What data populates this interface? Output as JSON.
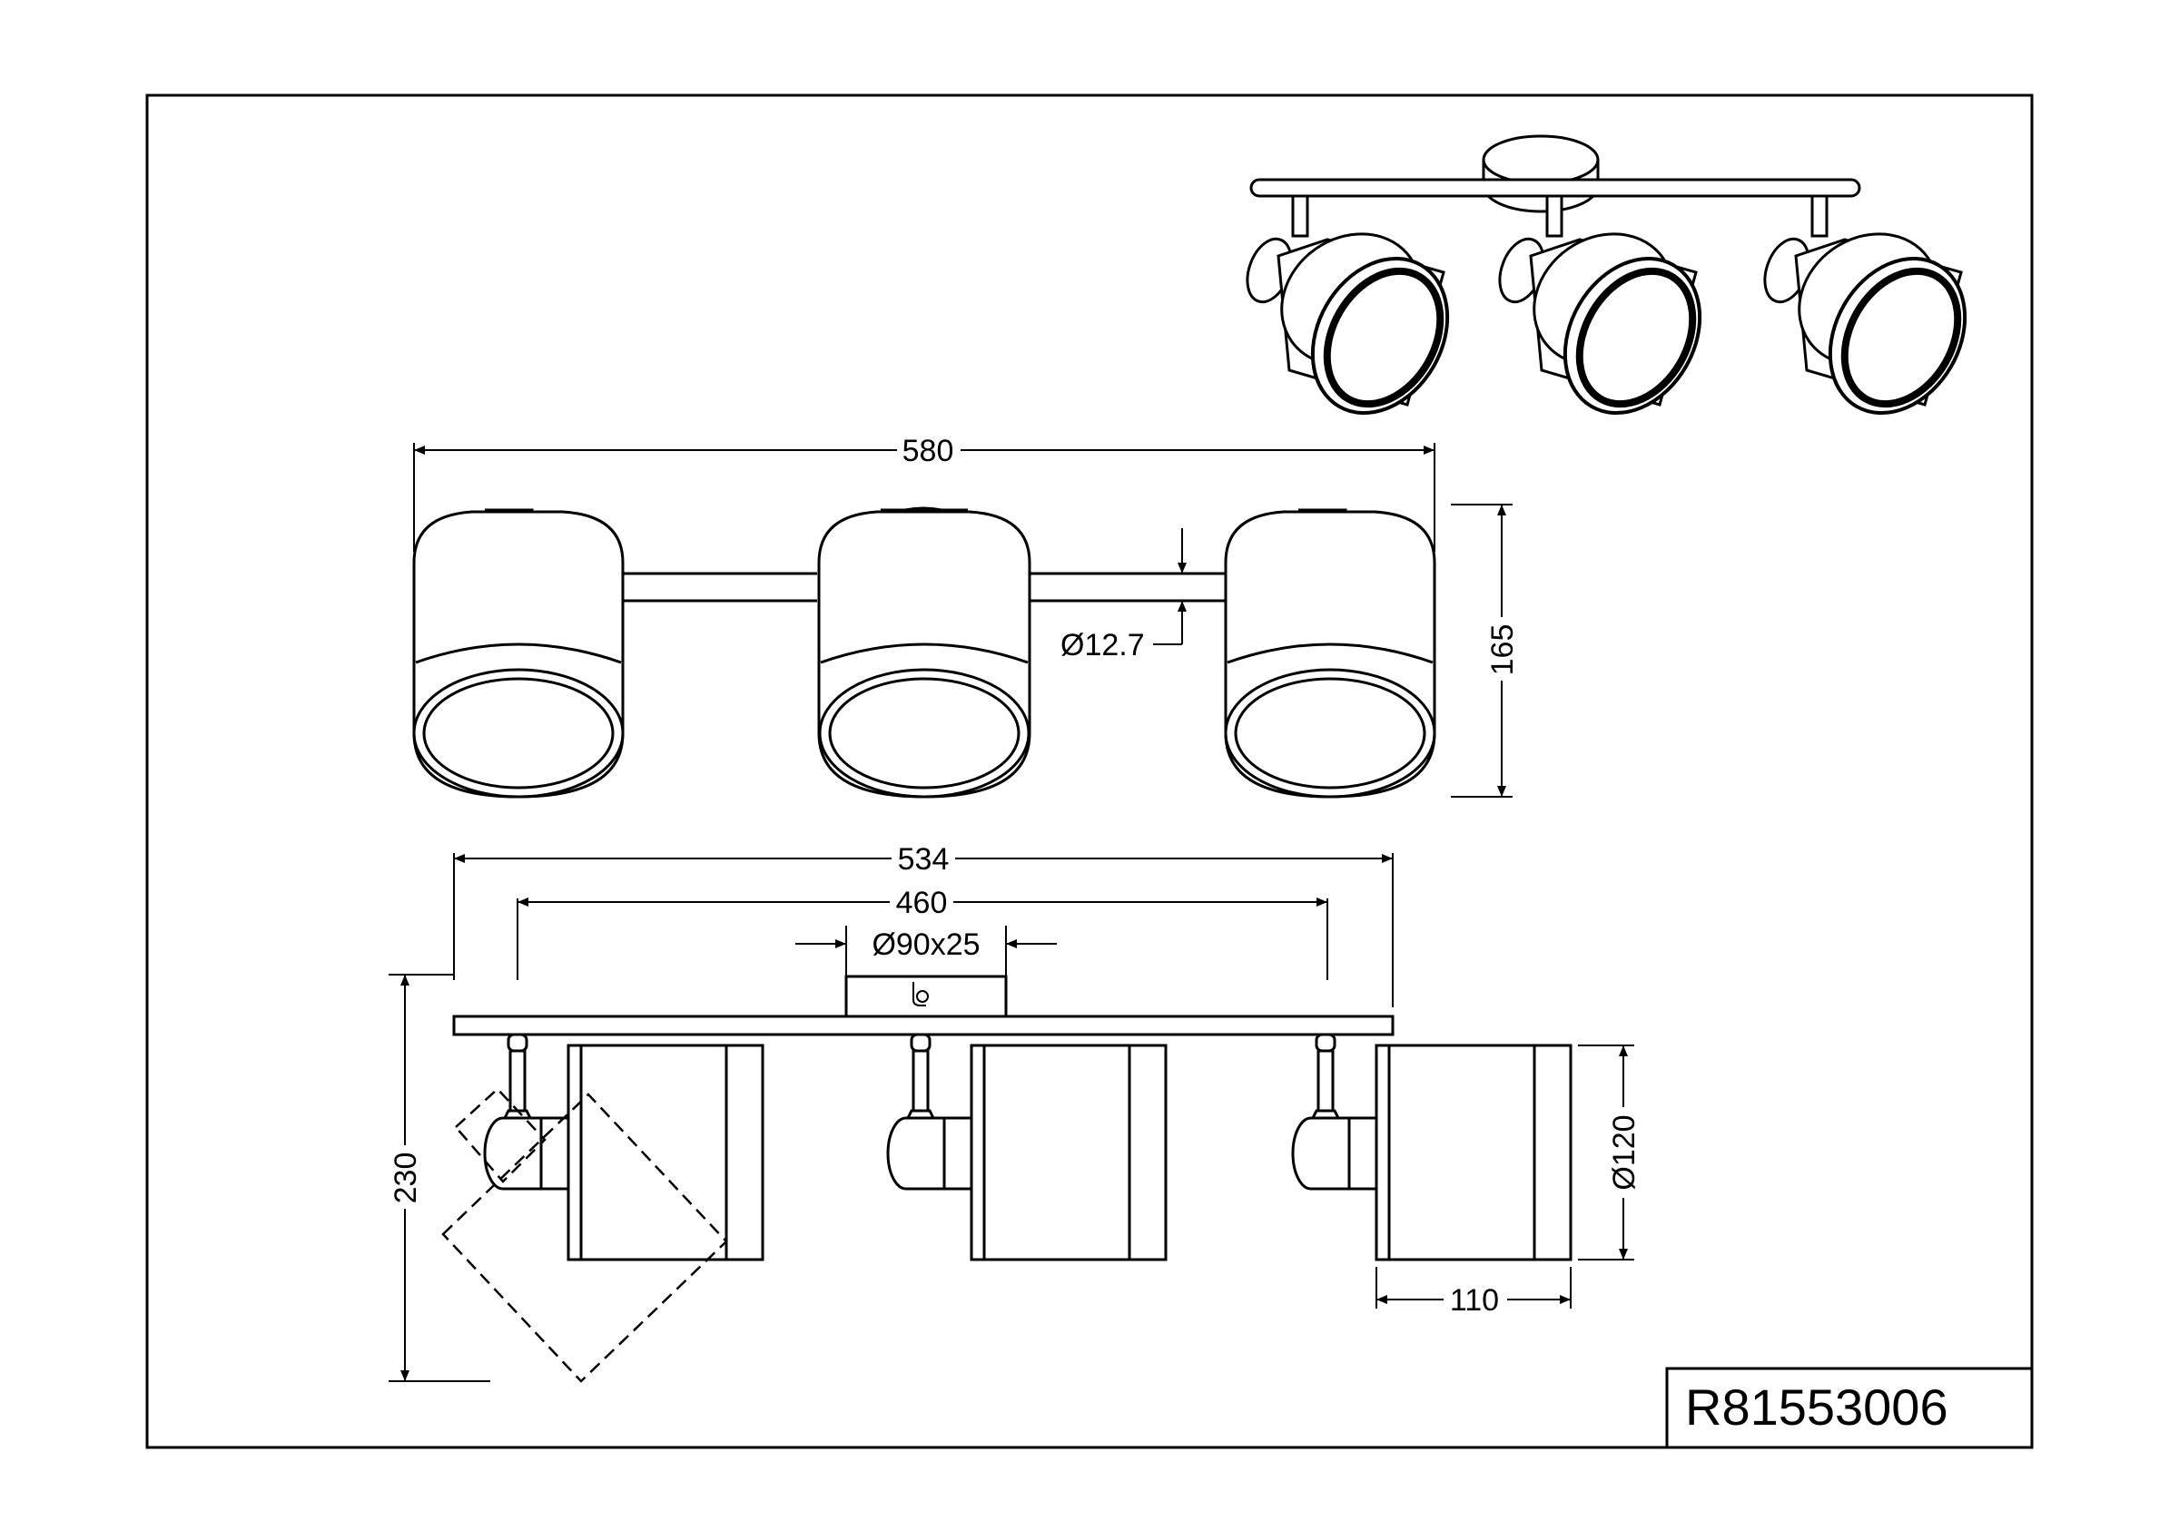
{
  "drawing": {
    "product_code": "R81553006",
    "dimensions": {
      "front_total_width": "580",
      "front_height": "165",
      "rod_diameter": "Ø12.7",
      "side_total_length": "534",
      "side_spot_spacing": "460",
      "canopy_size": "Ø90x25",
      "side_total_height": "230",
      "shade_diameter": "Ø120",
      "shade_depth": "110"
    }
  }
}
